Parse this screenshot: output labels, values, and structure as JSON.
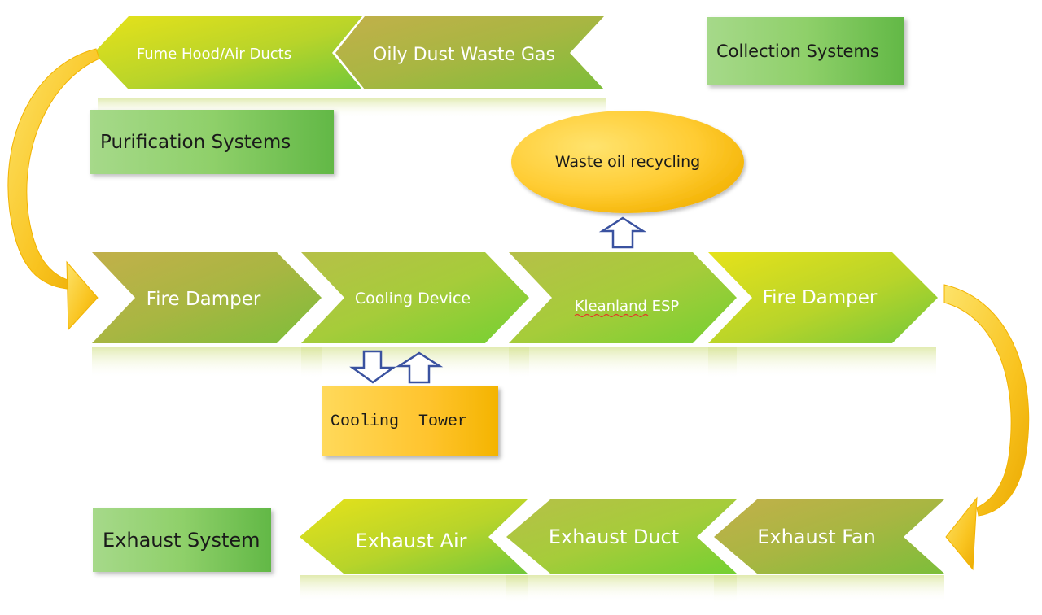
{
  "collection": {
    "label": "Collection Systems",
    "steps": [
      "Fume Hood/Air Ducts",
      "Oily Dust Waste Gas"
    ]
  },
  "purification": {
    "label": "Purification Systems",
    "steps": [
      "Fire Damper",
      "Cooling Device",
      "Kleanland ESP",
      "Fire Damper"
    ]
  },
  "exhaust": {
    "label": "Exhaust System",
    "steps": [
      "Exhaust Air",
      "Exhaust Duct",
      "Exhaust Fan"
    ]
  },
  "waste_oil": {
    "label": "Waste oil recycling"
  },
  "cooling_tower": {
    "label": "Cooling  Tower"
  },
  "colors": {
    "chevron_green_light": "#e2e21c",
    "chevron_green_dark": "#7cc934",
    "olive": "#a8b040",
    "gold": "#f8c21a",
    "arrow_outline": "#3a52a0"
  }
}
